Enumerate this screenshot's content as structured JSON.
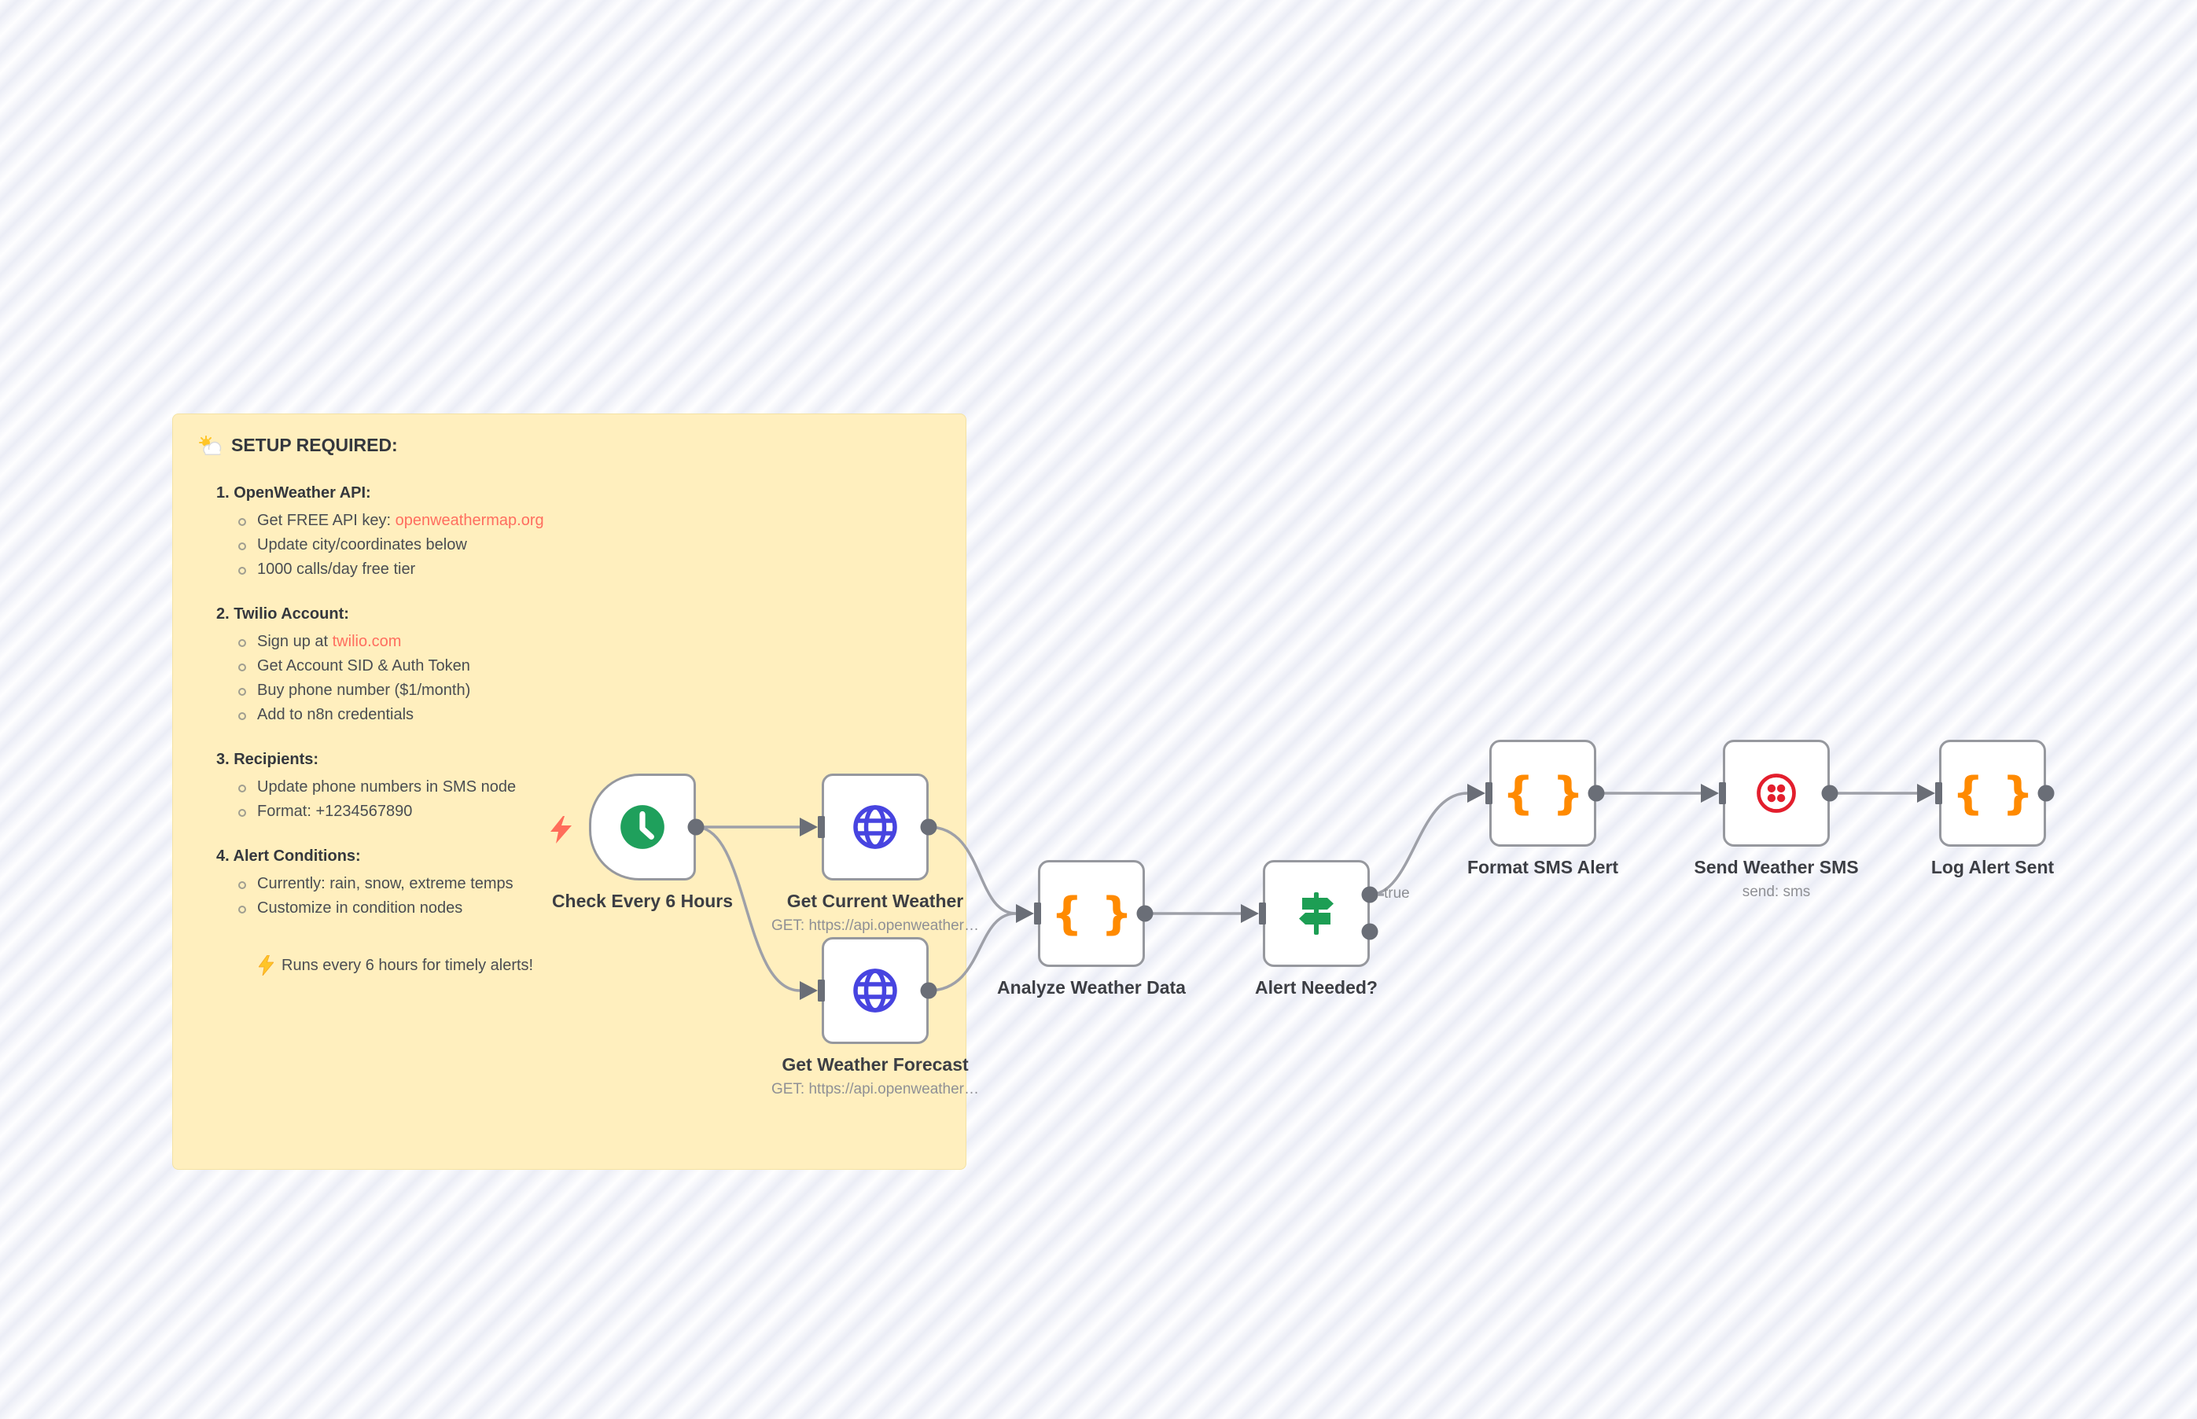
{
  "sticky": {
    "title": "SETUP REQUIRED:",
    "title_icon": "sun-behind-cloud-icon",
    "sections": [
      {
        "heading": "1. OpenWeather API:",
        "bullets": [
          {
            "pre": "Get FREE API key: ",
            "link": "openweathermap.org"
          },
          {
            "text": "Update city/coordinates below"
          },
          {
            "text": "1000 calls/day free tier"
          }
        ]
      },
      {
        "heading": "2. Twilio Account:",
        "bullets": [
          {
            "pre": "Sign up at ",
            "link": "twilio.com"
          },
          {
            "text": "Get Account SID & Auth Token"
          },
          {
            "text": "Buy phone number ($1/month)"
          },
          {
            "text": "Add to n8n credentials"
          }
        ]
      },
      {
        "heading": "3. Recipients:",
        "bullets": [
          {
            "text": "Update phone numbers in SMS node"
          },
          {
            "text": "Format: +1234567890"
          }
        ]
      },
      {
        "heading": "4. Alert Conditions:",
        "bullets": [
          {
            "text": "Currently: rain, snow, extreme temps"
          },
          {
            "text": "Customize in condition nodes"
          }
        ]
      }
    ],
    "footer_icon": "lightning-emoji",
    "footer": "Runs every 6 hours for timely alerts!"
  },
  "nodes": [
    {
      "id": "check-every-6-hours",
      "label": "Check Every 6 Hours",
      "caption": "",
      "icon": "clock-icon"
    },
    {
      "id": "get-current-weather",
      "label": "Get Current Weather",
      "caption": "GET: https://api.openweather…",
      "icon": "globe-icon"
    },
    {
      "id": "get-weather-forecast",
      "label": "Get Weather Forecast",
      "caption": "GET: https://api.openweather…",
      "icon": "globe-icon"
    },
    {
      "id": "analyze-weather-data",
      "label": "Analyze Weather Data",
      "caption": "",
      "icon": "code-braces-icon"
    },
    {
      "id": "alert-needed",
      "label": "Alert Needed?",
      "caption": "",
      "icon": "signpost-if-icon"
    },
    {
      "id": "format-sms-alert",
      "label": "Format SMS Alert",
      "caption": "",
      "icon": "code-braces-icon"
    },
    {
      "id": "send-weather-sms",
      "label": "Send Weather SMS",
      "caption": "send: sms",
      "icon": "twilio-icon"
    },
    {
      "id": "log-alert-sent",
      "label": "Log Alert Sent",
      "caption": "",
      "icon": "code-braces-icon"
    }
  ],
  "connections": {
    "true_label": "true"
  },
  "colors": {
    "sticky_bg": "#FFEFBE",
    "link": "#FF6E5F",
    "node_border": "#96989E",
    "wire": "#9EA0A8",
    "port": "#6A6E77",
    "clock_green": "#1FA05C",
    "if_green": "#1D9E54",
    "globe_indigo": "#4744E0",
    "code_orange": "#FF8A00",
    "twilio_red": "#E31E2D",
    "trigger_bolt": "#FF6D5A",
    "stripe": "#EBEDF6"
  }
}
